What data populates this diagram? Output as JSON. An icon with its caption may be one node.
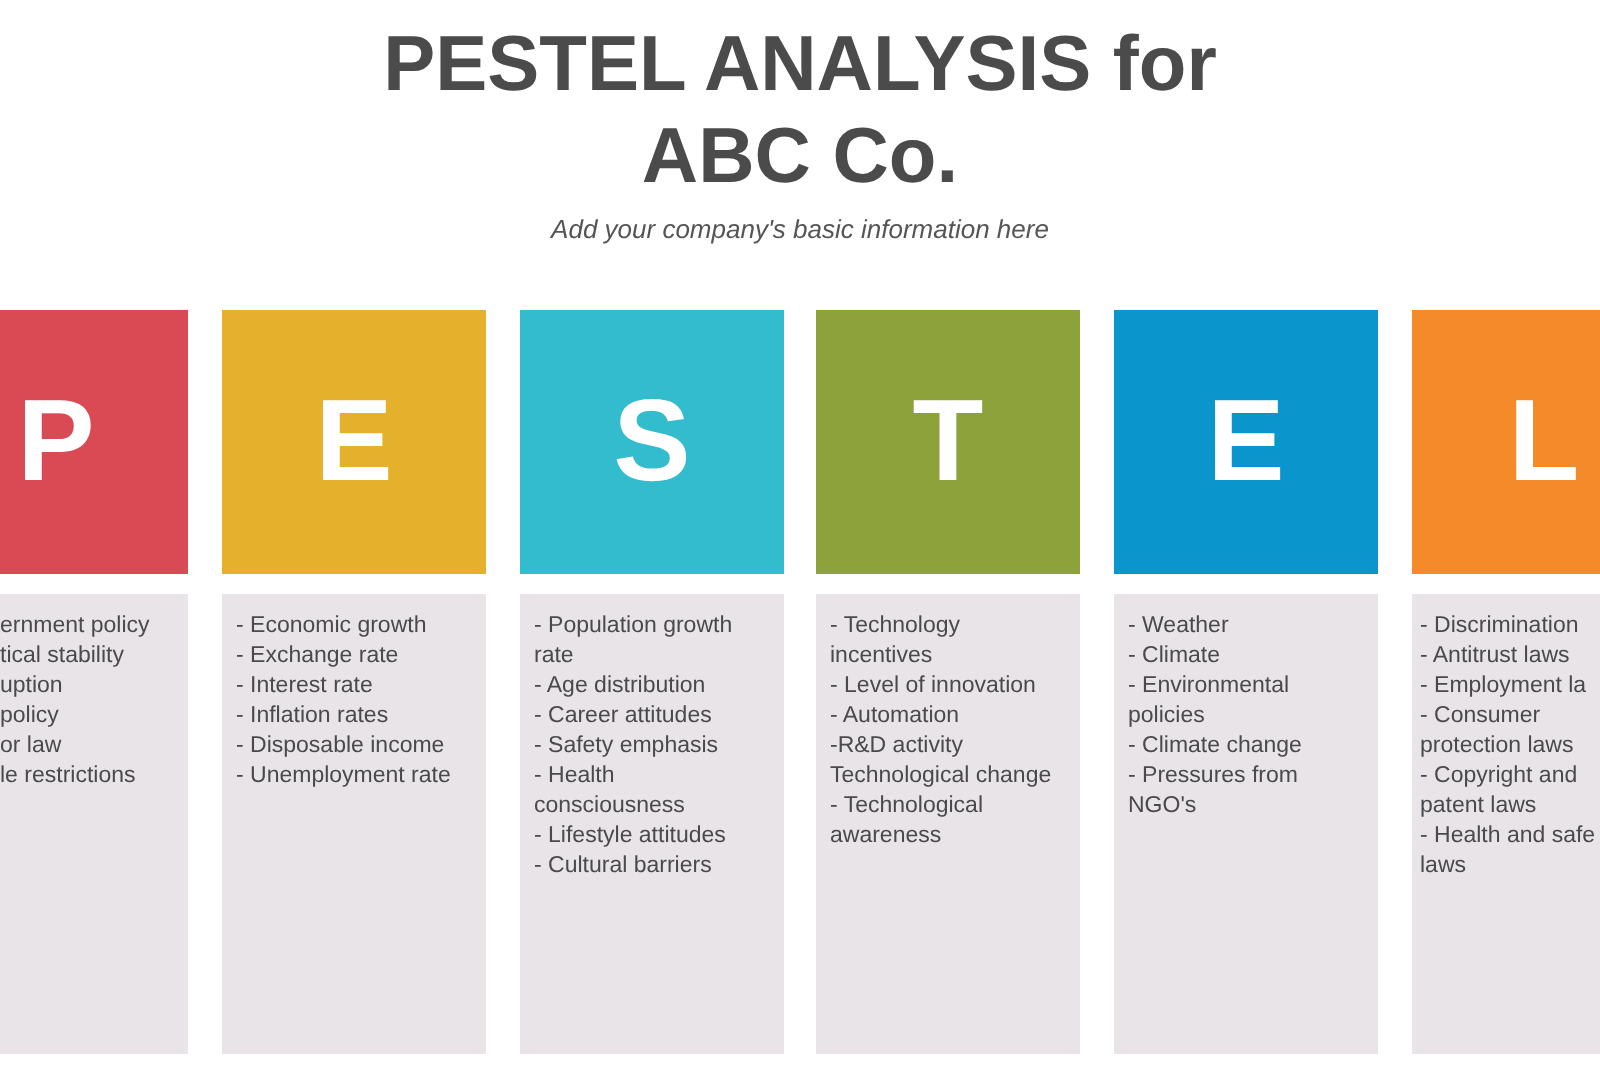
{
  "diagram": {
    "title": "PESTEL ANALYSIS for ABC Co.",
    "nodes": [
      {
        "text": [
          "P"
        ]
      },
      {
        "text": [
          "ernment policy",
          "tical stability",
          "uption",
          "policy",
          "or law",
          "le restrictions"
        ]
      },
      {
        "text": [
          "E"
        ]
      },
      {
        "text": [
          "- Economic growth",
          "- Exchange rate",
          "- Interest rate",
          "- Inflation rates",
          "- Disposable income",
          "- Unemployment rate"
        ]
      },
      {
        "text": [
          "S"
        ]
      },
      {
        "text": [
          "- Population growth rate",
          "- Age distribution",
          "- Career attitudes",
          "- Safety emphasis",
          "- Health consciousness",
          "- Lifestyle attitudes",
          "- Cultural barriers"
        ]
      },
      {
        "text": [
          "T"
        ]
      },
      {
        "text": [
          "- Technology incentives",
          "- Level of innovation",
          "- Automation",
          "-R&D activity",
          "Technological change",
          "- Technological awareness"
        ]
      },
      {
        "text": [
          "E"
        ]
      },
      {
        "text": [
          "- Weather",
          "- Climate",
          "- Environmental policies",
          "- Climate change",
          "- Pressures from NGO's"
        ]
      },
      {
        "text": [
          "L"
        ]
      },
      {
        "text": [
          "- Discrimination",
          "- Antitrust laws",
          "- Employment la",
          "- Consumer protection laws",
          "- Copyright and patent laws",
          "- Health and safe laws"
        ]
      }
    ],
    "labels": [
      "Add your company's basic information here"
    ]
  }
}
